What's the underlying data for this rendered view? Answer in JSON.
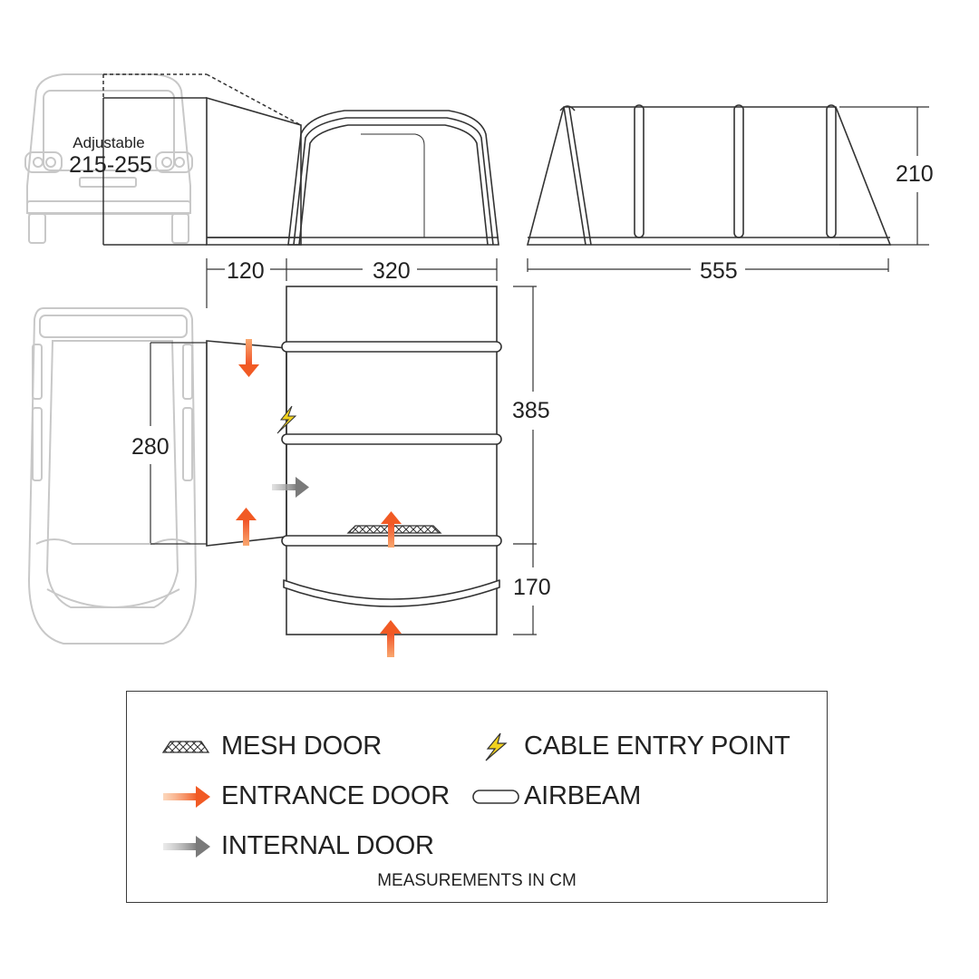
{
  "dimensions": {
    "adjustable_label": "Adjustable",
    "adjustable_range": "215-255",
    "side_annex_width": "120",
    "side_main_width": "320",
    "profile_length": "555",
    "height": "210",
    "plan_length": "385",
    "van_width": "280",
    "porch_depth": "170"
  },
  "legend": {
    "items": [
      {
        "label": "MESH DOOR",
        "icon": "mesh-door-icon"
      },
      {
        "label": "CABLE ENTRY POINT",
        "icon": "lightning-icon"
      },
      {
        "label": "ENTRANCE DOOR",
        "icon": "orange-arrow-icon"
      },
      {
        "label": "AIRBEAM",
        "icon": "airbeam-icon"
      },
      {
        "label": "INTERNAL DOOR",
        "icon": "grey-arrow-icon"
      }
    ],
    "note": "MEASUREMENTS IN CM"
  },
  "colors": {
    "outline": "#333333",
    "van": "#c8c8c8",
    "entrance_arrow": "#f26b2a",
    "internal_arrow": "#8c8c8c",
    "cable_bolt": "#f2d21e"
  }
}
